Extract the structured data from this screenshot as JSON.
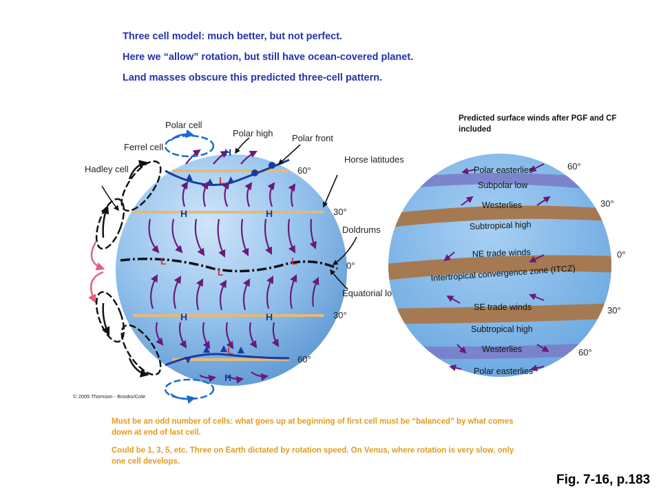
{
  "header": {
    "line1": "Three cell model:  much better, but not perfect.",
    "line2": "Here we “allow” rotation, but still have ocean-covered planet.",
    "line3": "Land masses obscure this predicted three-cell pattern."
  },
  "annotation": "Predicted surface winds after PGF and CF included",
  "left_globe": {
    "labels": {
      "polar_cell": "Polar cell",
      "polar_high": "Polar high",
      "polar_front": "Polar front",
      "ferrel_cell": "Ferrel cell",
      "hadley_cell": "Hadley cell",
      "horse_latitudes": "Horse latitudes",
      "doldrums": "Doldrums",
      "equatorial_lows": "Equatorial lows"
    },
    "latitudes": {
      "n60": "60°",
      "n30": "30°",
      "eq": "0°",
      "s30": "30°",
      "s60": "60°"
    },
    "pressure": {
      "high": "H",
      "low": "L"
    },
    "copyright": "© 2005 Thomson - Brooks/Cole"
  },
  "right_globe": {
    "bands": {
      "polar_easterlies_n": "Polar easterlies",
      "subpolar_low": "Subpolar low",
      "westerlies_n": "Westerlies",
      "subtropical_high_n": "Subtropical high",
      "ne_trades": "NE trade winds",
      "itcz": "Intertropical convergence zone (ITCZ)",
      "se_trades": "SE trade winds",
      "subtropical_high_s": "Subtropical high",
      "westerlies_s": "Westerlies",
      "polar_easterlies_s": "Polar easterlies"
    },
    "latitudes": {
      "n60": "60°",
      "n30": "30°",
      "eq": "0°",
      "s30": "30°",
      "s60": "60°"
    }
  },
  "notes": {
    "note1": "Must be an odd number of cells:  what goes up at beginning of first cell must be “balanced” by what comes down at end of last cell.",
    "note2": "Could be 1, 3, 5, etc.  Three on Earth dictated by rotation speed.  On Venus, where rotation is very slow, only one cell develops."
  },
  "figure_ref": "Fig. 7-16, p.183",
  "colors": {
    "ocean": "#86b8e6",
    "tan_band": "#a57a52",
    "purple_band": "#7a7ec8",
    "arrow": "#6a1a7a",
    "front": "#1a3aa0",
    "pink": "#e06080",
    "label_blue": "#2233aa",
    "note_orange": "#e39b1a"
  }
}
